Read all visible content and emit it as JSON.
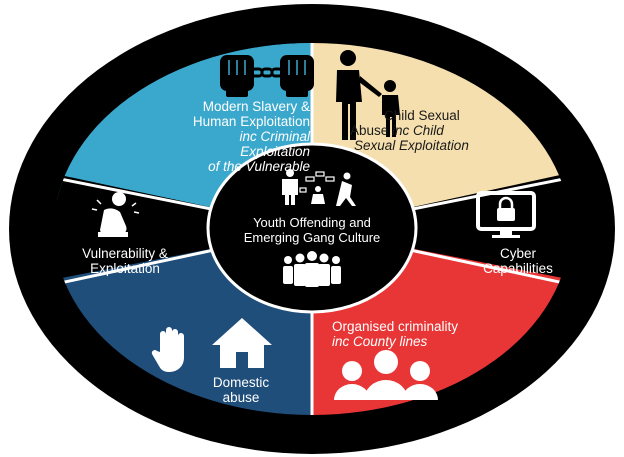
{
  "diagram": {
    "center": {
      "line1": "Youth Offending and",
      "line2": "Emerging Gang Culture",
      "icons": [
        "youth-group-scene-icon",
        "people-group-icon"
      ]
    },
    "segments": [
      {
        "key": "modern_slavery",
        "color": "#3aa8cc",
        "lines": [
          "Modern Slavery &",
          "Human Exploitation"
        ],
        "italic_lines": [
          "inc Criminal Exploitation",
          "of the Vulnerable"
        ],
        "icon": "chained-fists-icon"
      },
      {
        "key": "child_abuse",
        "color": "#f5dfae",
        "lines": [
          "Child Sexual",
          "Abuse"
        ],
        "italic_inline": "inc Child",
        "italic_lines": [
          "Sexual Exploitation"
        ],
        "icon": "adult-and-child-icon"
      },
      {
        "key": "cyber",
        "color": "#000000",
        "lines": [
          "Cyber",
          "Capabilities"
        ],
        "icon": "locked-monitor-icon"
      },
      {
        "key": "organised",
        "color": "#e83535",
        "lines": [
          "Organised criminality"
        ],
        "italic_lines": [
          "inc County lines"
        ],
        "icon": "three-people-icon"
      },
      {
        "key": "domestic",
        "color": "#1f4e7a",
        "lines": [
          "Domestic",
          "abuse"
        ],
        "icon": "hand-and-house-icon"
      },
      {
        "key": "vulnerability",
        "color": "#000000",
        "lines": [
          "Vulnerability &",
          "Exploitation"
        ],
        "icon": "distressed-person-icon"
      }
    ]
  }
}
